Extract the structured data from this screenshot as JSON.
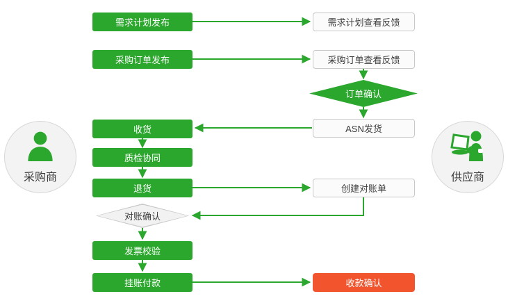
{
  "colors": {
    "green": "#2aa72c",
    "red": "#f2542e",
    "white_box_border": "#c8c8c8",
    "gray_diamond_fill": "#f2f2f2",
    "text_dark": "#3d3d3d",
    "circle_fill": "#f3f3f3"
  },
  "actors": {
    "buyer": {
      "label": "采购商",
      "icon": "person-icon"
    },
    "supplier": {
      "label": "供应商",
      "icon": "person-laptop-icon"
    }
  },
  "nodes": {
    "demand_plan_publish": {
      "label": "需求计划发布",
      "type": "green-box"
    },
    "demand_plan_feedback": {
      "label": "需求计划查看反馈",
      "type": "white-box"
    },
    "po_publish": {
      "label": "采购订单发布",
      "type": "green-box"
    },
    "po_feedback": {
      "label": "采购订单查看反馈",
      "type": "white-box"
    },
    "order_confirm": {
      "label": "订单确认",
      "type": "green-diamond"
    },
    "asn_ship": {
      "label": "ASN发货",
      "type": "white-box"
    },
    "receive_goods": {
      "label": "收货",
      "type": "green-box"
    },
    "quality_collab": {
      "label": "质检协同",
      "type": "green-box"
    },
    "return_goods": {
      "label": "退货",
      "type": "green-box"
    },
    "create_statement": {
      "label": "创建对账单",
      "type": "white-box"
    },
    "statement_confirm": {
      "label": "对账确认",
      "type": "gray-diamond"
    },
    "invoice_verify": {
      "label": "发票校验",
      "type": "green-box"
    },
    "book_payment": {
      "label": "挂账付款",
      "type": "green-box"
    },
    "receipt_confirm": {
      "label": "收款确认",
      "type": "red-box"
    }
  },
  "edges": [
    {
      "from": "demand_plan_publish",
      "to": "demand_plan_feedback"
    },
    {
      "from": "po_publish",
      "to": "po_feedback"
    },
    {
      "from": "po_feedback",
      "to": "order_confirm"
    },
    {
      "from": "order_confirm",
      "to": "asn_ship"
    },
    {
      "from": "asn_ship",
      "to": "receive_goods"
    },
    {
      "from": "receive_goods",
      "to": "quality_collab"
    },
    {
      "from": "quality_collab",
      "to": "return_goods"
    },
    {
      "from": "return_goods",
      "to": "create_statement"
    },
    {
      "from": "create_statement",
      "to": "statement_confirm"
    },
    {
      "from": "statement_confirm",
      "to": "invoice_verify"
    },
    {
      "from": "invoice_verify",
      "to": "book_payment"
    },
    {
      "from": "book_payment",
      "to": "receipt_confirm"
    }
  ]
}
